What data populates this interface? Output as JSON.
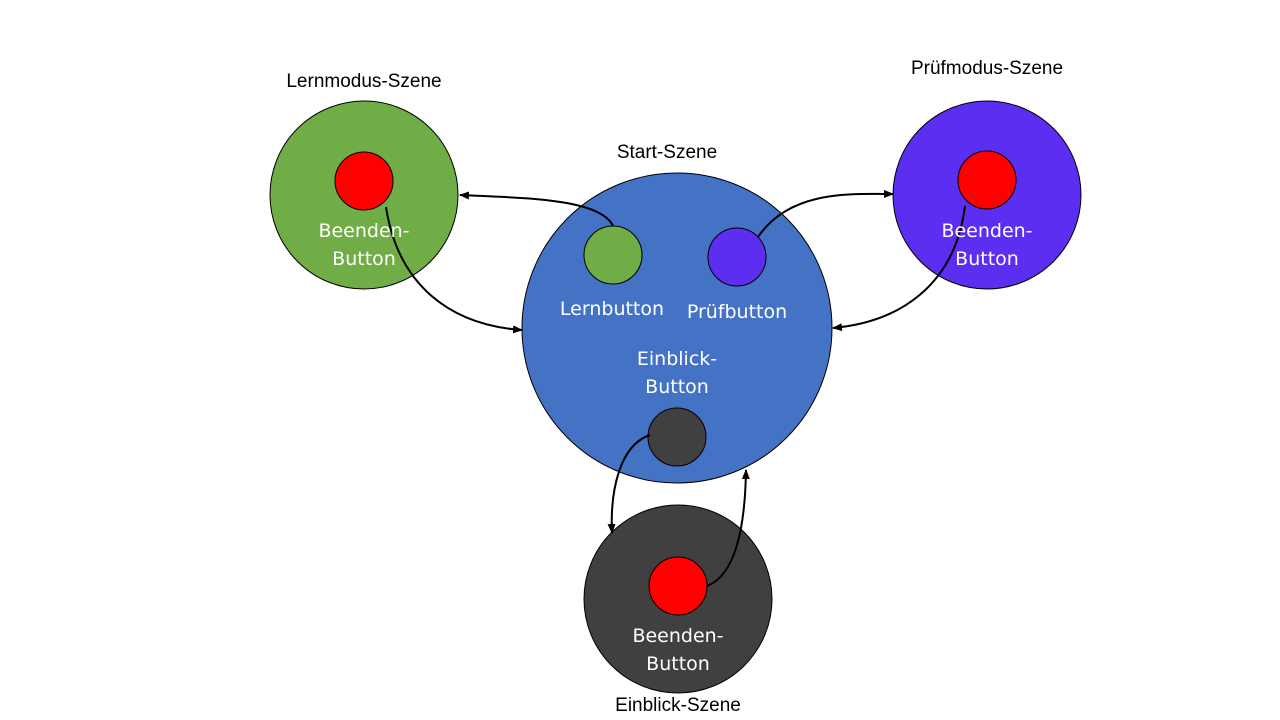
{
  "colors": {
    "learn_green": "#70AD47",
    "start_blue": "#4472C4",
    "exam_purple": "#5B2EF2",
    "insight_dark": "#404040",
    "quit_red": "#FF0000",
    "arrow": "#000000"
  },
  "scenes": {
    "learn": {
      "title": "Lernmodus-Szene",
      "quit_label_line1": "Beenden-",
      "quit_label_line2": "Button"
    },
    "start": {
      "title": "Start-Szene",
      "learn_button_label": "Lernbutton",
      "exam_button_label": "Prüfbutton",
      "insight_label_line1": "Einblick-",
      "insight_label_line2": "Button"
    },
    "exam": {
      "title": "Prüfmodus-Szene",
      "quit_label_line1": "Beenden-",
      "quit_label_line2": "Button"
    },
    "insight": {
      "title": "Einblick-Szene",
      "quit_label_line1": "Beenden-",
      "quit_label_line2": "Button"
    }
  }
}
